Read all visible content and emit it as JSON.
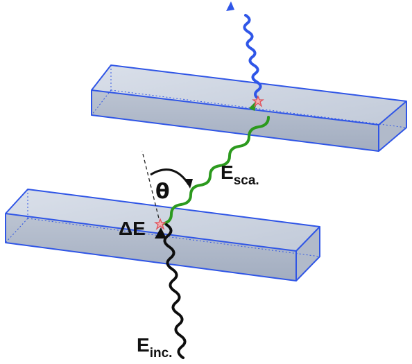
{
  "labels": {
    "scattered_main": "E",
    "scattered_sub": "sca.",
    "incident_main": "E",
    "incident_sub": "inc.",
    "delta_e": "ΔE",
    "theta": "θ"
  },
  "colors": {
    "slab_edge": "#2f55e6",
    "slab_face_top": "#c6cfde",
    "slab_face_front": "#a7b2c5",
    "incident_wave": "#0d0d0d",
    "scattered_wave": "#2c9a1e",
    "outgoing_wave": "#2f56e8",
    "event_marker": "#e0505a",
    "text": "#111111"
  },
  "icons": {
    "event_marker": "star-burst",
    "arrow": "arrowhead"
  }
}
